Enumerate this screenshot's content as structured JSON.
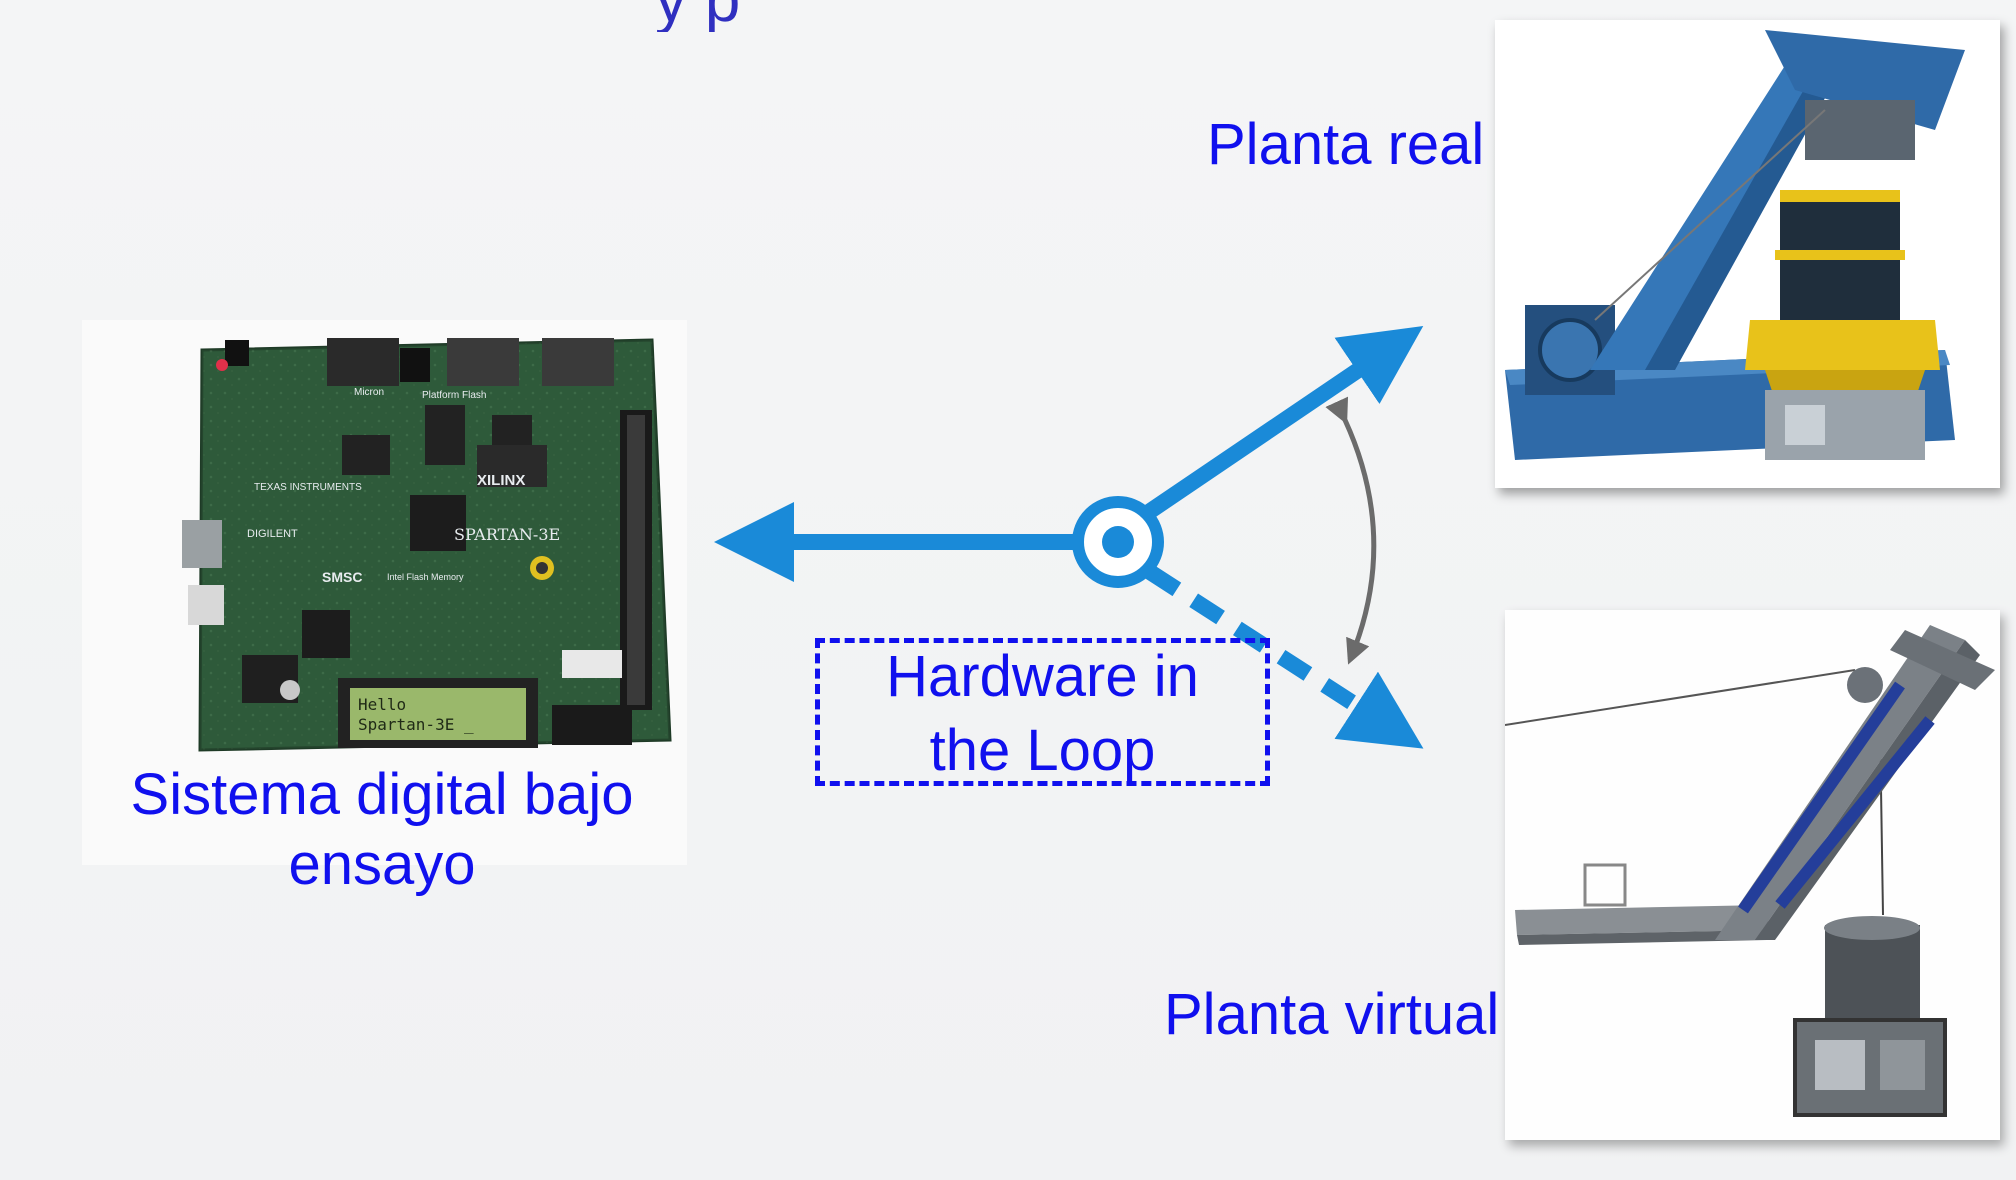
{
  "title_fragment": "y         p",
  "labels": {
    "real_plant": "Planta real",
    "virtual_plant": "Planta virtual",
    "device_under_test": "Sistema digital bajo ensayo",
    "hil_line1": "Hardware in",
    "hil_line2": "the Loop"
  },
  "board_text": {
    "lcd_line1": "Hello",
    "lcd_line2": "Spartan-3E _",
    "brand": "XILINX",
    "chip": "SPARTAN-3E",
    "maker": "DIGILENT",
    "ti": "TEXAS INSTRUMENTS",
    "flash": "Intel Flash Memory",
    "platform_flash": "Platform Flash",
    "micron": "Micron",
    "smsc": "SMSC"
  },
  "colors": {
    "label_blue": "#1010ee",
    "arrow_blue": "#1a8ad8",
    "curved_arrow": "#6b6b6b",
    "crane_blue": "#2f6aa8",
    "crane_yellow": "#e8c21a",
    "pcb_green": "#2e5a3a"
  }
}
